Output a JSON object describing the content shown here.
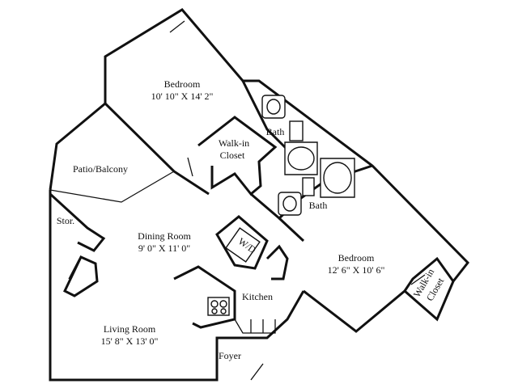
{
  "rooms": {
    "bedroom1": {
      "name": "Bedroom",
      "size": "10' 10\" X 14' 2\""
    },
    "bath1": {
      "name": "Bath"
    },
    "walkin1": {
      "line1": "Walk-in",
      "line2": "Closet"
    },
    "patio": {
      "name": "Patio/Balcony"
    },
    "storage": {
      "name": "Stor."
    },
    "dining": {
      "name": "Dining Room",
      "size": "9' 0\" X 11' 0\""
    },
    "wd": {
      "name": "W/D"
    },
    "bath2": {
      "name": "Bath"
    },
    "bedroom2": {
      "name": "Bedroom",
      "size": "12' 6\" X 10' 6\""
    },
    "walkin2": {
      "line1": "Walk-in",
      "line2": "Closet"
    },
    "kitchen": {
      "name": "Kitchen"
    },
    "living": {
      "name": "Living Room",
      "size": "15' 8\" X 13' 0\""
    },
    "foyer": {
      "name": "Foyer"
    }
  }
}
